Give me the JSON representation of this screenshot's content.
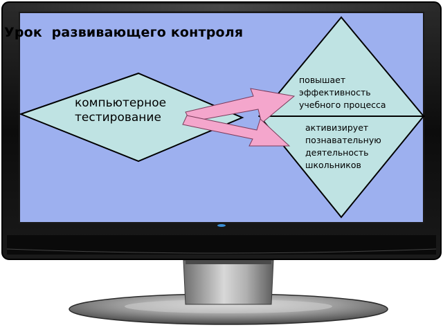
{
  "slide": {
    "title": "Урок  развивающего контроля",
    "left_shape": {
      "lines": [
        "компьютерное",
        "тестирование"
      ]
    },
    "right_top": {
      "lines": [
        "повышает",
        "эффективность",
        "учебного процесса"
      ]
    },
    "right_bottom": {
      "lines": [
        "активизирует",
        "познавательную",
        "деятельность",
        "школьников"
      ]
    }
  },
  "colors": {
    "screen_background": "#9db0ef",
    "diamond_fill": "#bfe3e3",
    "arrow_fill": "#f4a6cc",
    "monitor_bezel": "#111111",
    "stand": "#9a9a9a"
  }
}
